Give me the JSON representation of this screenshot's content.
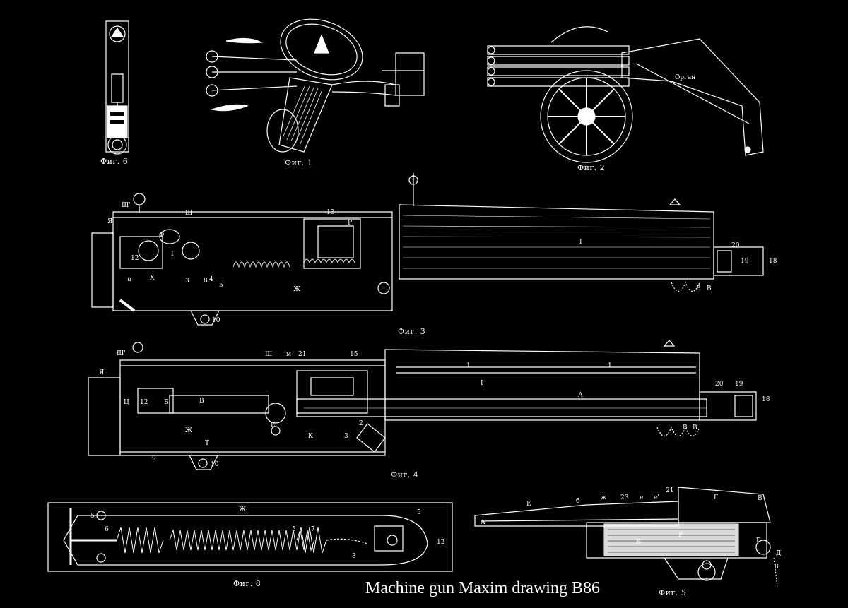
{
  "title": "Machine gun Maxim drawing B86",
  "figures": {
    "fig1": "Фиг. 1",
    "fig2": "Фиг. 2",
    "fig3": "Фиг. 3",
    "fig4": "Фиг. 4",
    "fig5": "Фиг. 5",
    "fig6": "Фиг. 6",
    "fig8": "Фиг. 8"
  },
  "labels": {
    "organ": "Орган",
    "fig3": [
      "Ш'",
      "Ш",
      "Я",
      "Ф",
      "Г",
      "12",
      "Х",
      "u",
      "Ж",
      "13",
      "Р",
      "I",
      "20",
      "19",
      "18",
      "В",
      "В",
      "10",
      "3",
      "8",
      "5",
      "4"
    ],
    "fig4": [
      "Ш'",
      "Ш",
      "м",
      "21",
      "15",
      "1",
      "1",
      "I",
      "А",
      "20",
      "19",
      "18",
      "Я",
      "Б",
      "В",
      "12",
      "Ц",
      "Ж",
      "Т",
      "9",
      "10",
      "2",
      "3",
      "К",
      "Е",
      "В",
      "В"
    ],
    "fig5": [
      "Е",
      "б",
      "ж",
      "23",
      "е",
      "е'",
      "21",
      "Г",
      "В",
      "А",
      "Б",
      "Б",
      "Р",
      "Д",
      "8"
    ],
    "fig8": [
      "5",
      "6",
      "Ж",
      "5",
      "5",
      "7",
      "8",
      "12"
    ]
  },
  "colors": {
    "background": "#000000",
    "ink": "#ffffff"
  }
}
